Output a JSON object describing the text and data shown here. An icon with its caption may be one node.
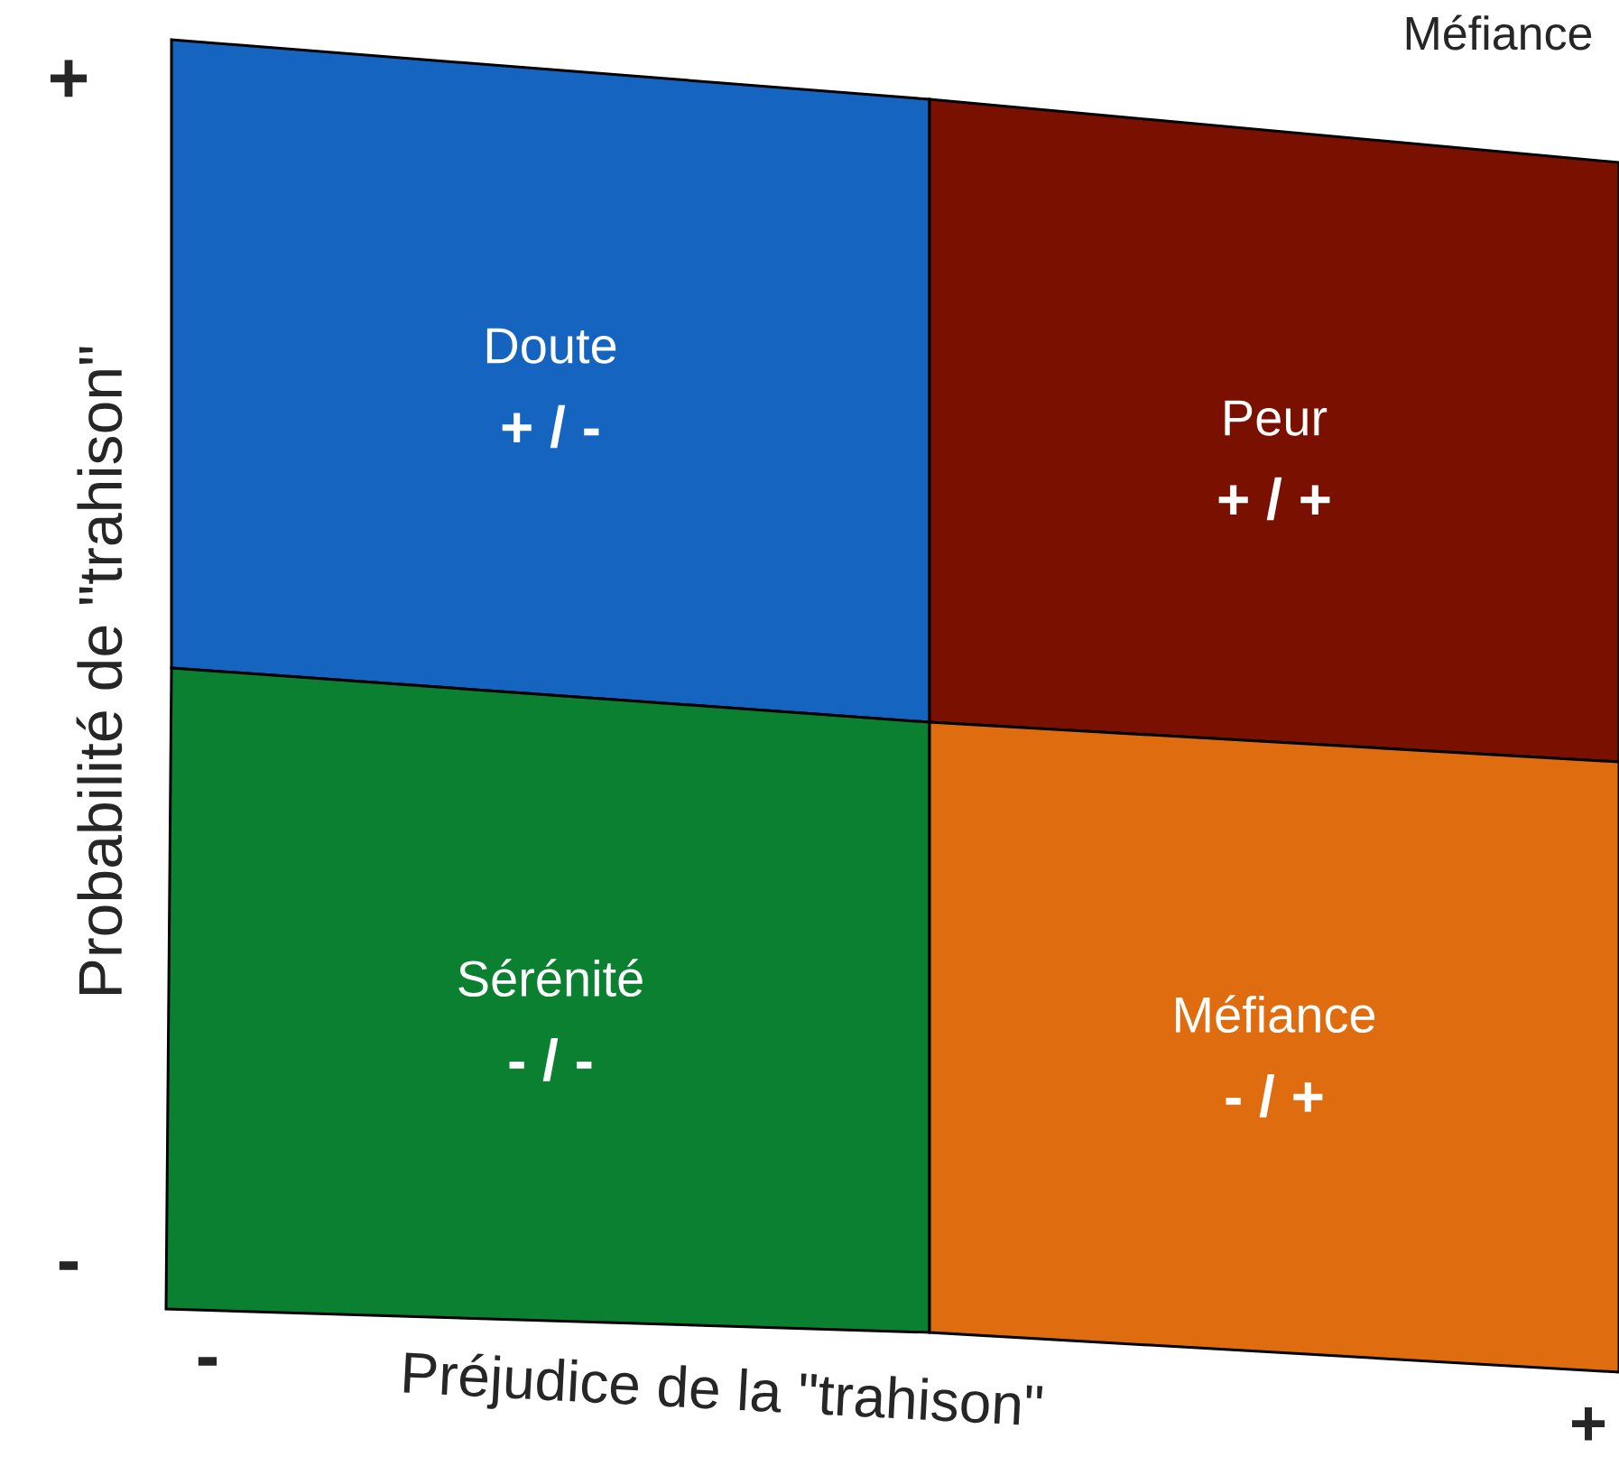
{
  "diagram": {
    "nodes": [
      {
        "text": [
          "Doute",
          "+ / -"
        ]
      },
      {
        "text": [
          "Peur",
          "+ / +"
        ]
      },
      {
        "text": [
          "Sérénité",
          "- / -"
        ]
      },
      {
        "text": [
          "Méfiance",
          "- / +"
        ]
      }
    ],
    "labels": [
      "Méfiance",
      "+",
      "Probabilité de \"trahison\"",
      "-",
      "-",
      "Préjudice de la \"trahison\"",
      "+"
    ]
  }
}
